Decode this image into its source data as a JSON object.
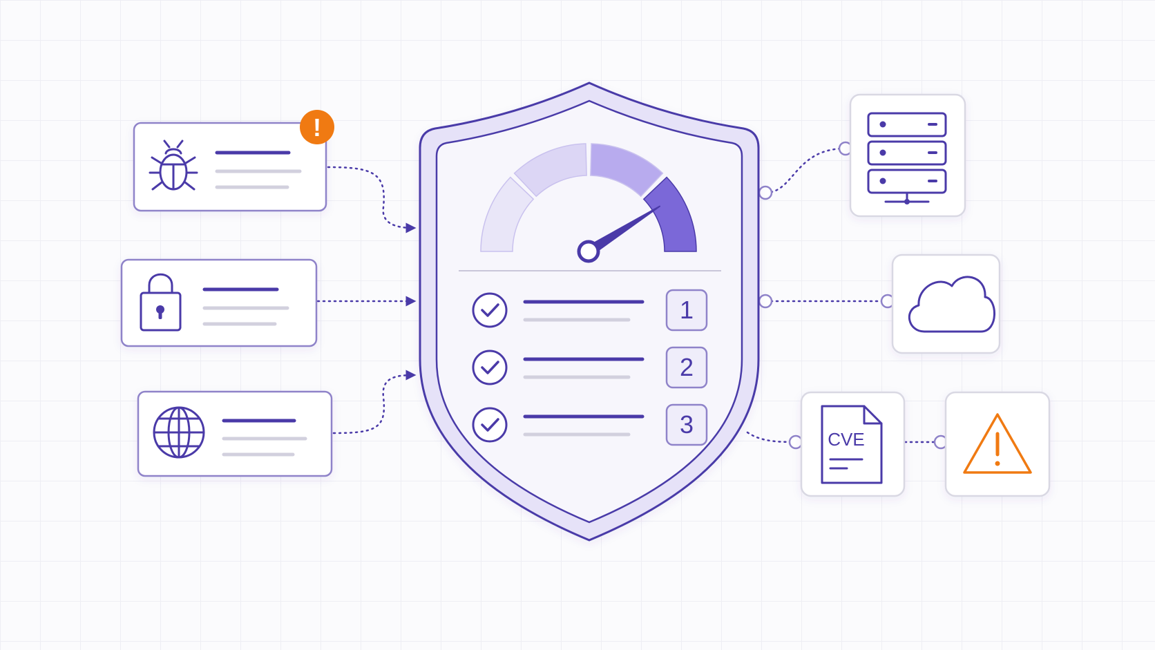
{
  "colors": {
    "primary": "#4a3aa8",
    "accent_light": "#e9e6f8",
    "gauge_segments": [
      "#e9e6f8",
      "#dcd6f5",
      "#b8abee",
      "#7b68d8"
    ],
    "placeholder_line": "#d2d0de",
    "alert": "#f07a12",
    "tile_border": "#d9d8e3"
  },
  "gauge": {
    "level": 0.82,
    "segments": 4
  },
  "checklist": [
    {
      "number": "1",
      "checked": true
    },
    {
      "number": "2",
      "checked": true
    },
    {
      "number": "3",
      "checked": true
    }
  ],
  "input_cards": [
    {
      "icon": "bug-icon",
      "has_alert": true
    },
    {
      "icon": "padlock-icon",
      "has_alert": false
    },
    {
      "icon": "globe-icon",
      "has_alert": false
    }
  ],
  "output_tiles": [
    {
      "icon": "server-rack-icon"
    },
    {
      "icon": "cloud-icon"
    },
    {
      "icon": "cve-document-icon",
      "label": "CVE"
    },
    {
      "icon": "warning-triangle-icon"
    }
  ],
  "alert_badge": {
    "symbol": "!"
  }
}
